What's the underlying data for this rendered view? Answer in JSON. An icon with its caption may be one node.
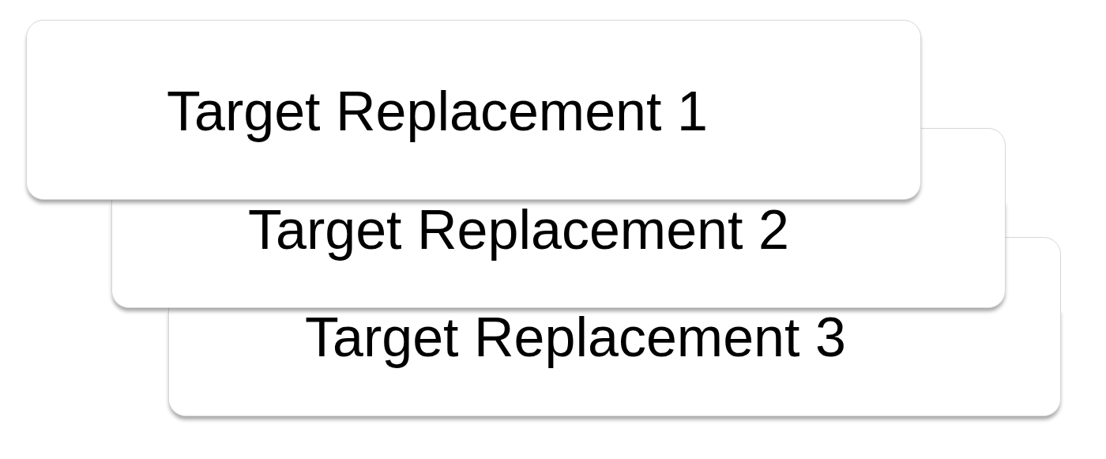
{
  "diagram": {
    "nodes": [
      {
        "text": [
          "Target Replacement 1"
        ]
      },
      {
        "text": [
          "Target Replacement 2"
        ]
      },
      {
        "text": [
          "Target Replacement 3"
        ]
      }
    ]
  }
}
